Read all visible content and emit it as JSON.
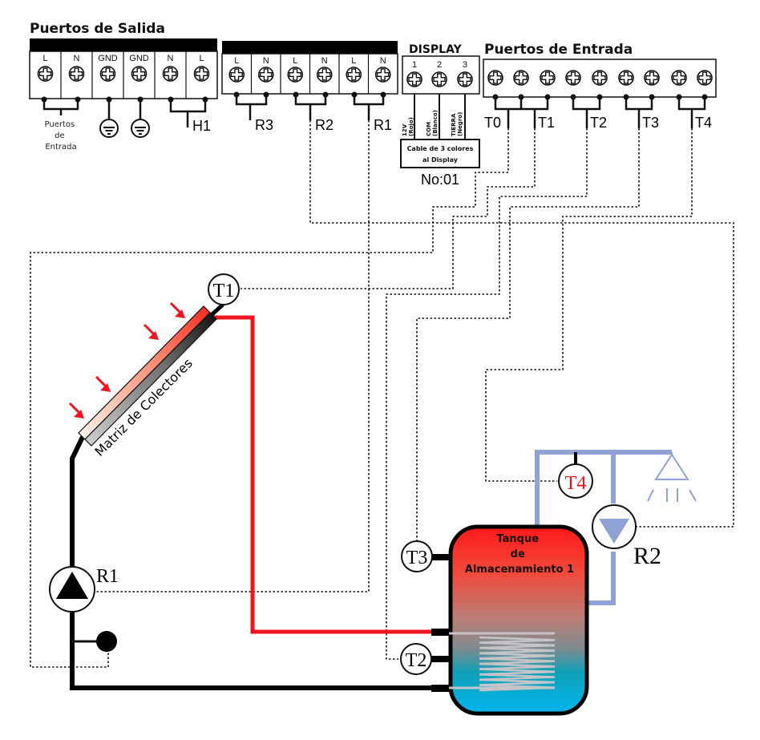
{
  "title": "Diagrama de conexión - sistema solar térmico",
  "output_ports": {
    "heading": "Puertos de Salida",
    "block1_terminals": [
      "L",
      "N",
      "GND",
      "GND",
      "N",
      "L"
    ],
    "block2_terminals": [
      "L",
      "N",
      "L",
      "N",
      "L",
      "N"
    ],
    "groups": {
      "input_ports_note": "Puertos de Entrada",
      "input_ports_note_lines": [
        "Puertos",
        "de",
        "Entrada"
      ],
      "h1": "H1",
      "r3": "R3",
      "r2": "R2",
      "r1": "R1"
    },
    "ground_symbols": [
      "ground-1",
      "ground-2"
    ]
  },
  "display": {
    "heading": "DISPLAY",
    "terminals": [
      "1",
      "2",
      "3"
    ],
    "wires": [
      {
        "line1": "12V",
        "line2": "(Rojo)"
      },
      {
        "line1": "COM",
        "line2": "(Blanco)"
      },
      {
        "line1": "TIERRA",
        "line2": "(Negro)"
      }
    ],
    "cable_box_line1": "Cable de 3 colores",
    "cable_box_line2": "al Display",
    "number": "No:01"
  },
  "input_ports": {
    "heading": "Puertos de Entrada",
    "terminal_count": 9,
    "groups": [
      "T0",
      "T1",
      "T2",
      "T3",
      "T4"
    ]
  },
  "components": {
    "collector": "Matriz de Colectores",
    "sensor_t1": "T1",
    "sensor_t2": "T2",
    "sensor_t3": "T3",
    "sensor_t4": "T4",
    "pump_r1": "R1",
    "pump_r2": "R2",
    "tank_line1": "Tanque",
    "tank_line2": "de",
    "tank_line3": "Almacenamiento 1"
  },
  "colors": {
    "hot_pipe": "#f0141e",
    "cold_pipe": "#000000",
    "dhw_pipe": "#8fa2d6",
    "tank_top": "#ff1a1a",
    "tank_bottom": "#00b4ec",
    "t4_text": "#e8141e",
    "sun_arrows": "#f0141e"
  }
}
